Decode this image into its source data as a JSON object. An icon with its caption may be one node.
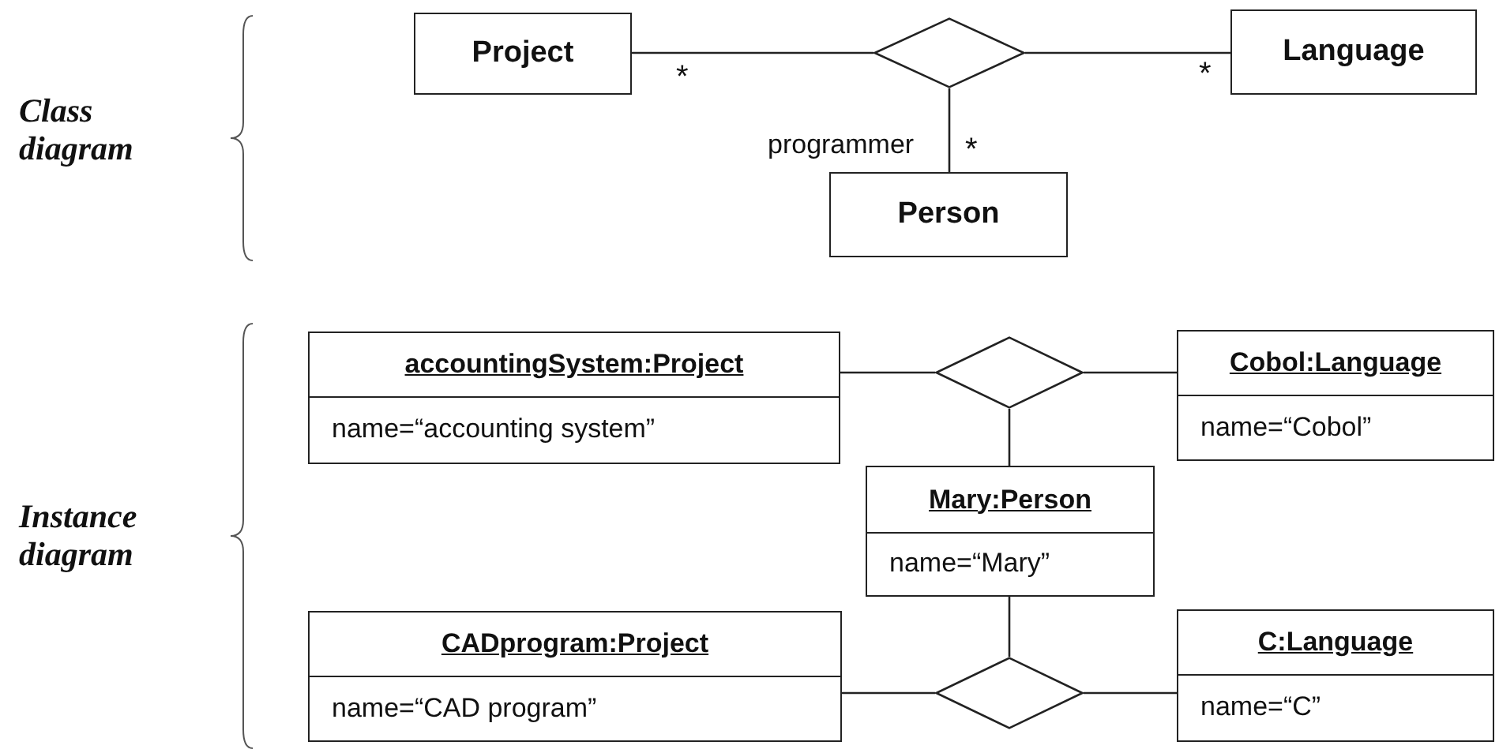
{
  "diagram": {
    "nodes": [
      {
        "text": [
          "Project"
        ]
      },
      {
        "text": [],
        "shape": "diamond"
      },
      {
        "text": [
          "Language"
        ]
      },
      {
        "text": [
          "Person"
        ]
      },
      {
        "text": [
          "accountingSystem:Project",
          "name=“accounting system”"
        ]
      },
      {
        "text": [],
        "shape": "diamond"
      },
      {
        "text": [
          "Cobol:Language",
          "name=“Cobol”"
        ]
      },
      {
        "text": [
          "Mary:Person",
          "name=“Mary”"
        ]
      },
      {
        "text": [
          "CADprogram:Project",
          "name=“CAD program”"
        ]
      },
      {
        "text": [],
        "shape": "diamond"
      },
      {
        "text": [
          "C:Language",
          "name=“C”"
        ]
      }
    ],
    "edges": [
      {
        "from": 1,
        "to": 0,
        "arrow": "none",
        "label": "*"
      },
      {
        "from": 1,
        "to": 2,
        "arrow": "none",
        "label": "*"
      },
      {
        "from": 1,
        "to": 3,
        "arrow": "none",
        "label": "*"
      },
      {
        "from": 4,
        "to": 5,
        "arrow": "none"
      },
      {
        "from": 5,
        "to": 6,
        "arrow": "none"
      },
      {
        "from": 5,
        "to": 7,
        "arrow": "none"
      },
      {
        "from": 7,
        "to": 9,
        "arrow": "none"
      },
      {
        "from": 8,
        "to": 9,
        "arrow": "none"
      },
      {
        "from": 9,
        "to": 10,
        "arrow": "none"
      }
    ],
    "labels": [
      "Class diagram",
      "programmer",
      "Instance diagram"
    ]
  }
}
